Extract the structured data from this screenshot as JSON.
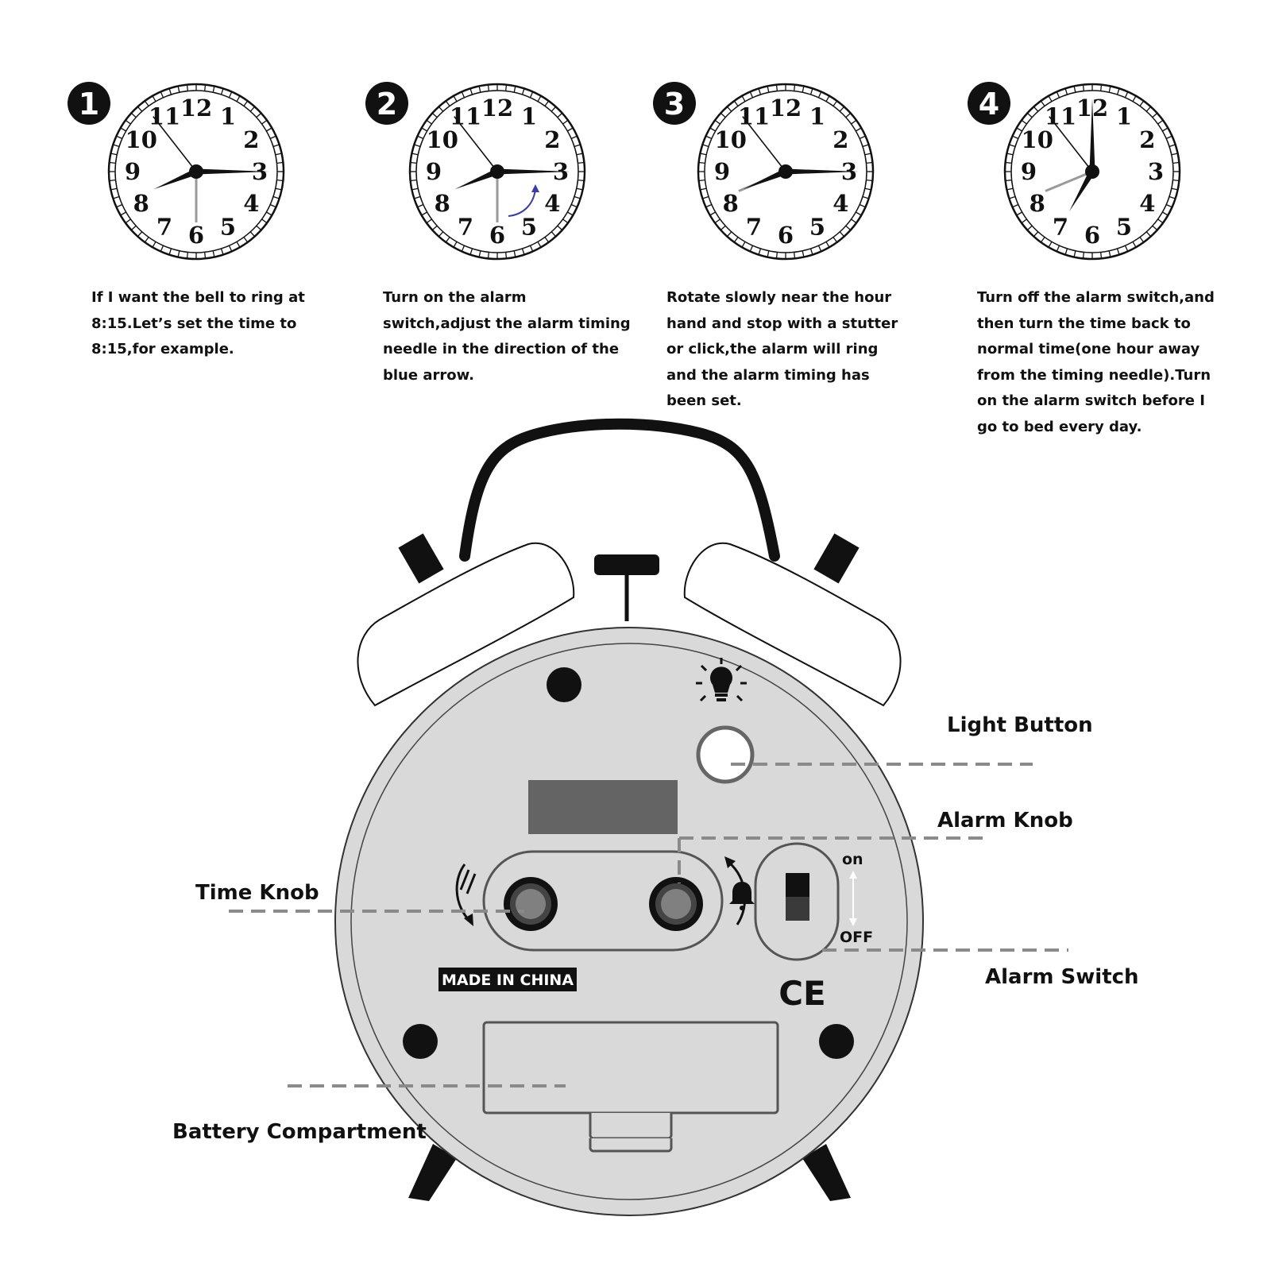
{
  "steps": [
    {
      "badge": "1",
      "text": "If I want the bell to ring at 8:15.Let’s set the time to 8:15,for example.",
      "clock": {
        "hour": 8,
        "minute": 15,
        "alarm_needle": 6,
        "blue_arrow": false
      }
    },
    {
      "badge": "2",
      "text": "Turn on the alarm switch,adjust the alarm timing needle in the direction of the blue arrow.",
      "clock": {
        "hour": 8,
        "minute": 15,
        "alarm_needle": 6,
        "blue_arrow": true
      }
    },
    {
      "badge": "3",
      "text": "Rotate slowly near the hour hand and stop with a stutter or click,the alarm will ring and the alarm timing has been set.",
      "clock": {
        "hour": 8,
        "minute": 15,
        "alarm_needle": 8.25,
        "blue_arrow": false
      }
    },
    {
      "badge": "4",
      "text": "Turn off the alarm switch,and then turn the time back to normal time(one hour away from the timing needle).Turn on the alarm switch before I go to bed every day.",
      "clock": {
        "hour": 7,
        "minute": 0,
        "alarm_needle": 8.25,
        "blue_arrow": false
      }
    }
  ],
  "clock_numbers": [
    "12",
    "1",
    "2",
    "3",
    "4",
    "5",
    "6",
    "7",
    "8",
    "9",
    "10",
    "11"
  ],
  "callouts": {
    "light_button": "Light Button",
    "alarm_knob": "Alarm Knob",
    "time_knob": "Time Knob",
    "alarm_switch": "Alarm Switch",
    "battery_compartment": "Battery Compartment"
  },
  "device": {
    "made_in": "MADE IN CHINA",
    "ce_mark": "CE",
    "switch_on": "on",
    "switch_off": "OFF"
  },
  "colors": {
    "ink": "#111111",
    "body_fill": "#d9d9d9",
    "display": "#646464",
    "alarm_needle": "#9a9a9a",
    "blue_arrow": "#3a3aa8",
    "leader": "#8a8a8a"
  }
}
